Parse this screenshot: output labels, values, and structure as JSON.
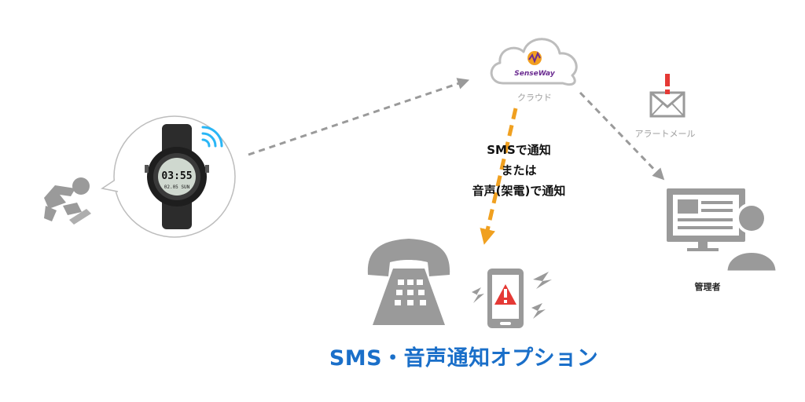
{
  "cloud": {
    "brand": "SenseWay",
    "label": "クラウド"
  },
  "mail": {
    "label": "アラートメール"
  },
  "admin": {
    "label": "管理者"
  },
  "watch": {
    "time": "03:55",
    "date": "02.05 SUN"
  },
  "notification": {
    "line1": "SMSで通知",
    "line2": "または",
    "line3": "音声(架電)で通知"
  },
  "title": "SMS・音声通知オプション",
  "colors": {
    "accent_blue": "#1a6fc9",
    "arrow_orange": "#f0a020",
    "icon_gray": "#9a9a9a",
    "wave_blue": "#29b6f6",
    "alert_red": "#e53935"
  }
}
